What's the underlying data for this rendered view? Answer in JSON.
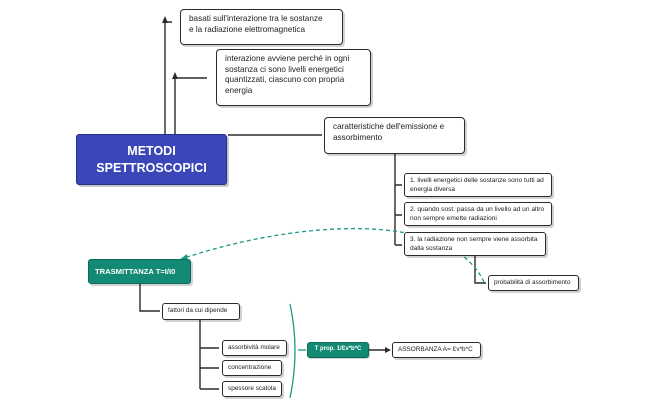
{
  "root": {
    "label": "METODI\nSPETTROSCOPICI"
  },
  "branch_top": {
    "text": "basati sull'interazione tra le sostanze\ne la radiazione elettromagnetica"
  },
  "branch_middle": {
    "text": "interazione avviene perché in ogni\nsostanza ci sono livelli energetici\nquantizzati, ciascuno con propria\nenergia"
  },
  "branch_emission": {
    "text": "caratteristiche dell'emissione e\nassorbimento"
  },
  "emission_items": [
    {
      "text": "1. livelli energetici delle sostanze sono tutti ad\nenergia diversa"
    },
    {
      "text": "2. quando sost. passa da un livello ad un altro\nnon sempre emette radiazioni"
    },
    {
      "text": "3. la radiazione non sempre viene assorbita\ndalla sostanza"
    }
  ],
  "probability": {
    "text": "probabilità di assorbimento"
  },
  "transmittance": {
    "label": "TRASMITTANZA T=I/I0"
  },
  "factors": {
    "text": "fattori da cui dipende"
  },
  "factor_items": [
    {
      "text": "assorbività molare"
    },
    {
      "text": "concentrazione"
    },
    {
      "text": "spessore scatola"
    }
  ],
  "proportional": {
    "label": "T prop. 1/Ɛv*b*C"
  },
  "absorbance": {
    "text": "ASSORBANZA A= Ɛv*b*C"
  },
  "colors": {
    "root_fill": "#3b46b8",
    "teal_fill": "#138a74",
    "connector": "#2b2b2b",
    "dashed_link": "#1a9a86"
  }
}
